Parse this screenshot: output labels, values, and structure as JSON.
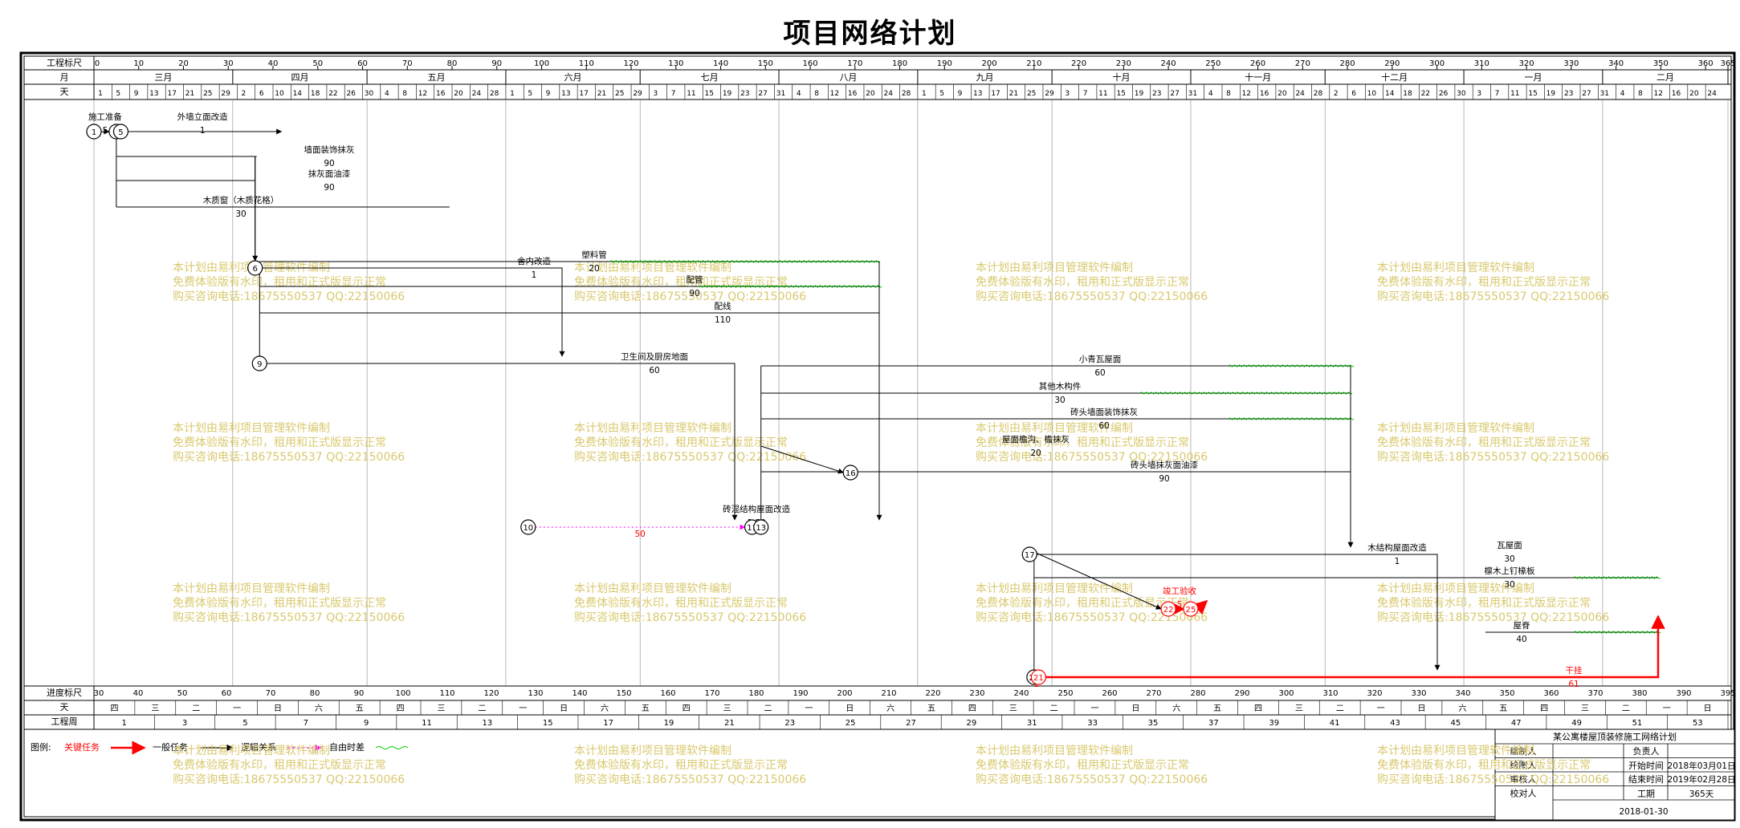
{
  "title": "项目网络计划",
  "header": {
    "scale_label": "工程标尺",
    "month_label": "月",
    "day_label": "天",
    "scale_ticks": [
      "0",
      "10",
      "20",
      "30",
      "40",
      "50",
      "60",
      "70",
      "80",
      "90",
      "100",
      "110",
      "120",
      "130",
      "140",
      "150",
      "160",
      "170",
      "180",
      "190",
      "200",
      "210",
      "220",
      "230",
      "240",
      "250",
      "260",
      "270",
      "280",
      "290",
      "300",
      "310",
      "320",
      "330",
      "340",
      "350",
      "360",
      "365"
    ],
    "months": [
      "三月",
      "四月",
      "五月",
      "六月",
      "七月",
      "八月",
      "九月",
      "十月",
      "十一月",
      "十二月",
      "一月",
      "二月"
    ],
    "days": [
      "1",
      "5",
      "9",
      "13",
      "17",
      "21",
      "25",
      "29",
      "2",
      "6",
      "10",
      "14",
      "18",
      "22",
      "26",
      "30",
      "4",
      "8",
      "12",
      "16",
      "20",
      "24",
      "28",
      "1",
      "5",
      "9",
      "13",
      "17",
      "21",
      "25",
      "29",
      "3",
      "7",
      "11",
      "15",
      "19",
      "23",
      "27",
      "31",
      "4",
      "8",
      "12",
      "16",
      "20",
      "24",
      "28",
      "1",
      "5",
      "9",
      "13",
      "17",
      "21",
      "25",
      "29",
      "3",
      "7",
      "11",
      "15",
      "19",
      "23",
      "27",
      "31",
      "4",
      "8",
      "12",
      "16",
      "20",
      "24",
      "28",
      "2",
      "6",
      "10",
      "14",
      "18",
      "22",
      "26",
      "30",
      "3",
      "7",
      "11",
      "15",
      "19",
      "23",
      "27",
      "31",
      "4",
      "8",
      "12",
      "16",
      "20",
      "24",
      "28"
    ]
  },
  "footer": {
    "progress_label": "进度标尺",
    "day_label": "天",
    "week_label": "工程周",
    "progress_ticks": [
      "30",
      "40",
      "50",
      "60",
      "70",
      "80",
      "90",
      "100",
      "110",
      "120",
      "130",
      "140",
      "150",
      "160",
      "170",
      "180",
      "190",
      "200",
      "210",
      "220",
      "230",
      "240",
      "250",
      "260",
      "270",
      "280",
      "290",
      "300",
      "310",
      "320",
      "330",
      "340",
      "350",
      "360",
      "370",
      "380",
      "390",
      "395"
    ],
    "weekdays": [
      "四",
      "三",
      "二",
      "一",
      "日",
      "六",
      "五",
      "四",
      "三",
      "二",
      "一",
      "日",
      "六",
      "五",
      "四",
      "三",
      "二",
      "一",
      "日",
      "六",
      "五",
      "四",
      "三",
      "二",
      "一",
      "日",
      "六",
      "五",
      "四",
      "三",
      "二",
      "一",
      "日",
      "六",
      "五",
      "四",
      "三",
      "二",
      "一",
      "日"
    ],
    "weeks": [
      "1",
      "3",
      "5",
      "7",
      "9",
      "11",
      "13",
      "15",
      "17",
      "19",
      "21",
      "23",
      "25",
      "27",
      "29",
      "31",
      "33",
      "35",
      "37",
      "39",
      "41",
      "43",
      "45",
      "47",
      "49",
      "51",
      "53"
    ]
  },
  "legend": {
    "label": "图例:",
    "critical": "关键任务",
    "normal": "一般任务",
    "logic": "逻辑关系",
    "free_float": "自由时差"
  },
  "info_box": {
    "project": "某公寓楼屋顶装修施工网络计划",
    "rows": [
      {
        "label": "编制人",
        "value": ""
      },
      {
        "label": "绘图人",
        "value": ""
      },
      {
        "label": "审核人",
        "value": ""
      },
      {
        "label": "校对人",
        "value": ""
      }
    ],
    "responsible_label": "负责人",
    "start_label": "开始时间",
    "start_value": "2018年03月01日",
    "end_label": "结束时间",
    "end_value": "2019年02月28日",
    "duration_label": "工期",
    "duration_value": "365天",
    "date": "2018-01-30"
  },
  "watermark": [
    "本计划由易利项目管理软件编制",
    "免费体验版有水印，租用和正式版显示正常",
    "购买咨询电话:18675550537 QQ:22150066"
  ],
  "colors": {
    "critical": "#ff0000",
    "normal": "#000000",
    "float": "#00c000",
    "logic_arrow": "#ff00ff",
    "watermark": "#d9c96e"
  },
  "nodes": [
    {
      "id": "1",
      "day": 0,
      "row": 2
    },
    {
      "id": "3",
      "day": 5,
      "row": 2
    },
    {
      "id": "5",
      "day": 6,
      "row": 2
    },
    {
      "id": "6",
      "day": 36,
      "row": 12
    },
    {
      "id": "9",
      "day": 37,
      "row": 19
    },
    {
      "id": "10",
      "day": 97,
      "row": 31
    },
    {
      "id": "11",
      "day": 147,
      "row": 31
    },
    {
      "id": "13",
      "day": 149,
      "row": 31
    },
    {
      "id": "16",
      "day": 169,
      "row": 27
    },
    {
      "id": "17",
      "day": 209,
      "row": 33
    },
    {
      "id": "20",
      "day": 210,
      "row": 42
    },
    {
      "id": "21",
      "day": 211,
      "row": 42
    },
    {
      "id": "22",
      "day": 240,
      "row": 37
    },
    {
      "id": "25",
      "day": 245,
      "row": 37
    }
  ],
  "tasks": [
    {
      "name": "施工准备",
      "duration": "5",
      "critical": false
    },
    {
      "name": "外墙立面改造",
      "duration": "1",
      "critical": false
    },
    {
      "name": "墙面装饰抹灰",
      "duration": "90",
      "critical": false
    },
    {
      "name": "抹灰面油漆",
      "duration": "90",
      "critical": false
    },
    {
      "name": "木质窗（木质花格）",
      "duration": "30",
      "critical": false
    },
    {
      "name": "舍内改造",
      "duration": "1",
      "critical": false
    },
    {
      "name": "塑料管",
      "duration": "20",
      "critical": false
    },
    {
      "name": "配管",
      "duration": "90",
      "critical": false
    },
    {
      "name": "配线",
      "duration": "110",
      "critical": false
    },
    {
      "name": "卫生间及厨房地面",
      "duration": "60",
      "critical": false
    },
    {
      "name": "小青瓦屋面",
      "duration": "60",
      "critical": false
    },
    {
      "name": "其他木构件",
      "duration": "30",
      "critical": false
    },
    {
      "name": "砖头墙面装饰抹灰",
      "duration": "60",
      "critical": false
    },
    {
      "name": "屋面檐沟、檐抹灰",
      "duration": "20",
      "critical": false
    },
    {
      "name": "砖头墙抹灰面油漆",
      "duration": "90",
      "critical": false
    },
    {
      "name": "砖混结构屋面改造",
      "duration": "1.50",
      "critical": false
    },
    {
      "name": "木结构屋面改造",
      "duration": "1",
      "critical": false
    },
    {
      "name": "瓦屋面",
      "duration": "30",
      "critical": false
    },
    {
      "name": "檩木上钉椽板",
      "duration": "30",
      "critical": false
    },
    {
      "name": "屋脊",
      "duration": "40",
      "critical": false
    },
    {
      "name": "竣工验收",
      "duration": "5",
      "critical": true
    },
    {
      "name": "干挂",
      "duration": "61",
      "critical": true
    },
    {
      "name": "",
      "duration": "50",
      "critical": false
    },
    {
      "name": "",
      "duration": "1",
      "critical": false
    }
  ]
}
